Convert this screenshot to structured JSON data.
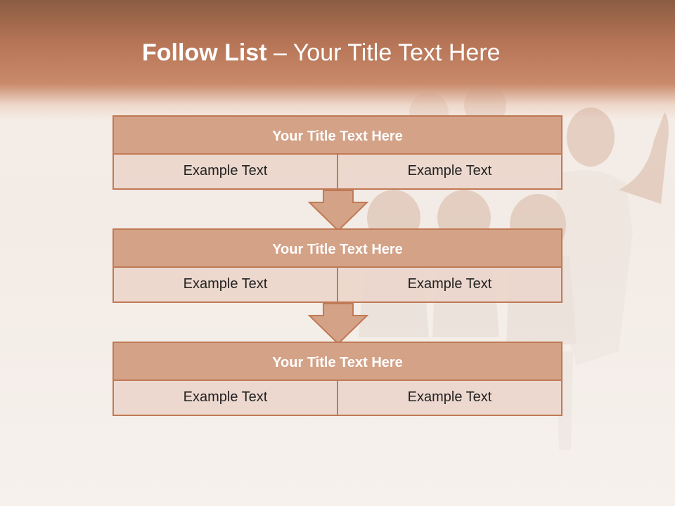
{
  "slide": {
    "title_bold": "Follow List",
    "title_separator": " – ",
    "title_rest": "Your Title Text Here"
  },
  "blocks": [
    {
      "title": "Your Title Text Here",
      "left": "Example Text",
      "right": "Example Text"
    },
    {
      "title": "Your Title Text Here",
      "left": "Example Text",
      "right": "Example Text"
    },
    {
      "title": "Your Title Text Here",
      "left": "Example Text",
      "right": "Example Text"
    }
  ],
  "colors": {
    "header": "#b57455",
    "block_title_fill": "#d4a287",
    "block_border": "#c07a55",
    "cell_fill": "#ecd6cc"
  },
  "images": {
    "background": "group-of-people-thumbs-up-photo"
  }
}
